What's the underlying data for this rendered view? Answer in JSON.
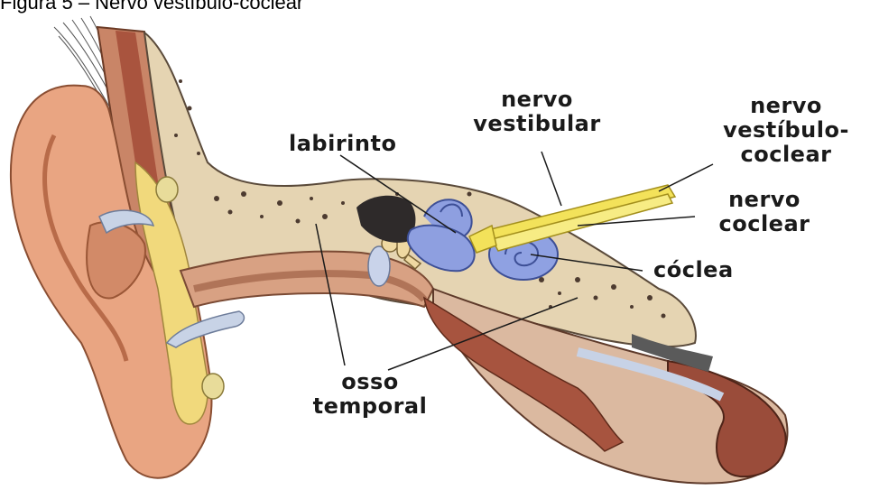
{
  "caption": "Figura 5 – Nervo vestíbulo-coclear",
  "labels": {
    "labirinto": "labirinto",
    "nervo_vestibular": [
      "nervo",
      "vestibular"
    ],
    "nervo_vestibulo_coclear": [
      "nervo",
      "vestíbulo-",
      "coclear"
    ],
    "nervo_coclear": [
      "nervo",
      "coclear"
    ],
    "coclea": "cóclea",
    "osso_temporal": [
      "osso",
      "temporal"
    ]
  },
  "colors": {
    "skin": "#e9a582",
    "skin_dark": "#c9805e",
    "bone": "#e3d3b1",
    "cartilage": "#f1d97c",
    "labyrinth": "#8e9fe0",
    "nerve": "#f3e25a",
    "muscle": "#a7543f",
    "canal": "#7c4a32"
  }
}
